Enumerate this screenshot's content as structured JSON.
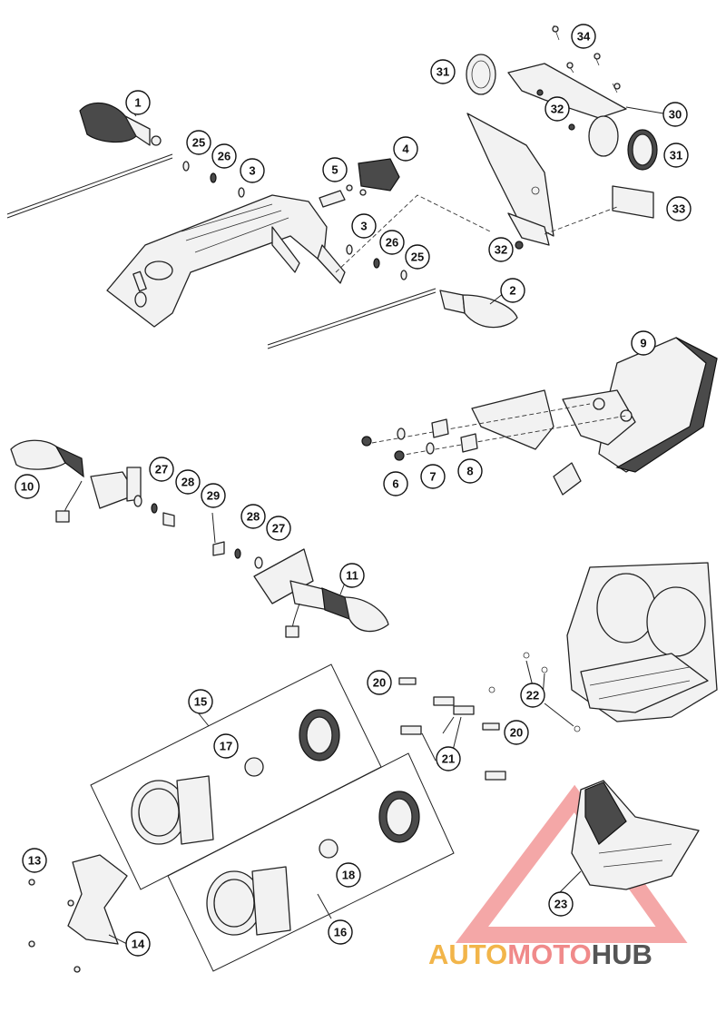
{
  "diagram": {
    "callouts": [
      "1",
      "2",
      "3",
      "4",
      "5",
      "6",
      "7",
      "8",
      "9",
      "10",
      "11",
      "13",
      "14",
      "15",
      "16",
      "17",
      "18",
      "20",
      "21",
      "22",
      "23",
      "25",
      "26",
      "27",
      "28",
      "29",
      "30",
      "31",
      "32",
      "33",
      "34"
    ]
  },
  "watermark": {
    "part1": "AUTO",
    "part2": "MOTO",
    "part3": "HUB",
    "color1": "#f2b54a",
    "color2": "#f08a8a",
    "color3": "#555555"
  }
}
